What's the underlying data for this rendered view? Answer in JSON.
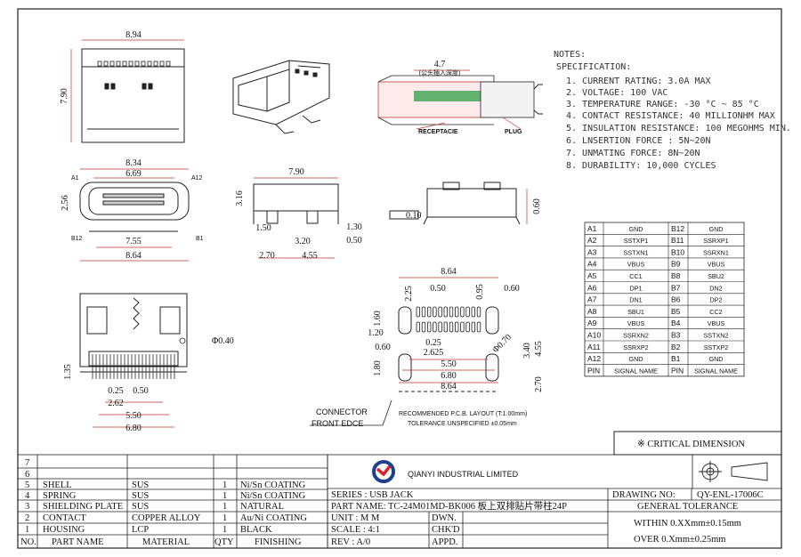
{
  "views": {
    "front_top": {
      "width": "8.94",
      "height": "7.90"
    },
    "front_mid": {
      "w1": "8.34",
      "w2": "6.69",
      "h": "2.56",
      "pin_a1": "A1",
      "pin_a12": "A12",
      "pin_b12": "B12",
      "pin_b1": "B1",
      "w3": "7.55",
      "w4": "8.64"
    },
    "side": {
      "w": "7.90",
      "h": "3.16",
      "d1": "1.50",
      "d2": "3.20",
      "d3": "1.30",
      "d4": "0.50",
      "d5": "2.70",
      "d6": "4.55"
    },
    "section": {
      "dim": "4.7",
      "sub": "(公头插入深度)",
      "receptacle": "RECEPTACIE",
      "plug": "PLUG"
    },
    "end_view": {
      "flat": "0.10",
      "h": "0.60"
    },
    "bottom": {
      "hole": "Φ0.40",
      "d1": "1.35",
      "d2": "0.25",
      "d3": "0.50",
      "d4": "2.62",
      "d5": "5.50",
      "d6": "6.80"
    },
    "pcb": {
      "w": "8.64",
      "p1": "2.25",
      "p2": "0.50",
      "p3": "0.95",
      "p4": "0.60",
      "h1": "1.60",
      "h2": "1.20",
      "h3": "0.60",
      "h4": "0.25",
      "h5": "2.625",
      "h6": "1.80",
      "h7": "5.50",
      "h8": "6.80",
      "h9": "8.64",
      "r1": "Φ0.70",
      "r2": "3.40",
      "r3": "4.55",
      "r4": "2.70",
      "note1": "RECOMMENDED  P.C.B. LAYOUT (T:1.00mm)",
      "note2": "TOLERANCE UNSPECIFIED ±0.05mm"
    },
    "connector_label": [
      "CONNECTOR",
      "FRONT EDCE"
    ]
  },
  "notes": {
    "header": "NOTES:",
    "subheader": "SPECIFICATION:",
    "items": [
      "1. CURRENT RATING: 3.0A MAX",
      "2. VOLTAGE: 100 VAC",
      "3. TEMPERATURE RANGE: -30 °C ~ 85 °C",
      "4. CONTACT RESISTANCE: 40 MILLIONHM MAX",
      "5. INSULATION RESISTANCE: 100 MEGOHMS MIN.",
      "6. LNSERTION FORCE : 5N~20N",
      "7. UNMATING FORCE: 8N~20N",
      "8. DURABILITY:  10,000 CYCLES"
    ]
  },
  "pin_table": {
    "rows": [
      [
        "A1",
        "GND",
        "B12",
        "GND"
      ],
      [
        "A2",
        "SSTXP1",
        "B11",
        "SSRXP1"
      ],
      [
        "A3",
        "SSTXN1",
        "B10",
        "SSRXN1"
      ],
      [
        "A4",
        "VBUS",
        "B9",
        "VBUS"
      ],
      [
        "A5",
        "CC1",
        "B8",
        "SBU2"
      ],
      [
        "A6",
        "DP1",
        "B7",
        "DN2"
      ],
      [
        "A7",
        "DN1",
        "B6",
        "DP2"
      ],
      [
        "A8",
        "SBU1",
        "B5",
        "CC2"
      ],
      [
        "A9",
        "VBUS",
        "B4",
        "VBUS"
      ],
      [
        "A10",
        "SSRXN2",
        "B3",
        "SSTXN2"
      ],
      [
        "A11",
        "SSRXP2",
        "B2",
        "SSTXP2"
      ],
      [
        "A12",
        "GND",
        "B1",
        "GND"
      ],
      [
        "PIN",
        "SIGNAL NAME",
        "PIN",
        "SIGNAL NAME"
      ]
    ]
  },
  "critical": "※ CRITICAL  DIMENSION",
  "bom": {
    "rows": [
      [
        "7",
        "",
        "",
        "",
        "",
        ""
      ],
      [
        "6",
        "",
        "",
        "",
        "",
        ""
      ],
      [
        "5",
        "SHELL",
        "SUS",
        "1",
        "Ni/Sn COATING"
      ],
      [
        "4",
        "SPRING",
        "SUS",
        "1",
        "Ni/Sn COATING"
      ],
      [
        "3",
        "SHIELDING PLATE",
        "SUS",
        "1",
        "NATURAL"
      ],
      [
        "2",
        "CONTACT",
        "COPPER ALLOY",
        "1",
        "Au/Ni COATING"
      ],
      [
        "1",
        "HOUSING",
        "LCP",
        "1",
        "BLACK"
      ]
    ],
    "header": [
      "NO.",
      "PART NAME",
      "MATERIAL",
      "QTY",
      "FINISHING"
    ]
  },
  "title_block": {
    "company": "QIANYI INDUSTRIAL LIMITED",
    "series": "SERIES : USB JACK",
    "part_name": "PART NAME: TC-24M01MD-BK006  板上双排贴片带柱24P",
    "unit": "UNIT : M M",
    "dwn": "DWN.",
    "scale": "SCALE : 4:1",
    "chkd": "CHK'D",
    "rev": "REV  : A/0",
    "appd": "APPD.",
    "drawing_no_label": "DRAWING NO:",
    "drawing_no": "QY-ENL-17006C",
    "tolerance_title": "GENERAL TOLERANCE",
    "tol1": "WITHIN 0.XXmm±0.15mm",
    "tol2": "OVER  0.Xmm±0.25mm"
  },
  "colors": {
    "logo_red": "#d8232a",
    "logo_blue": "#1f3f8f",
    "section_green": "#2f9e44",
    "dim_red": "#c0392b"
  }
}
